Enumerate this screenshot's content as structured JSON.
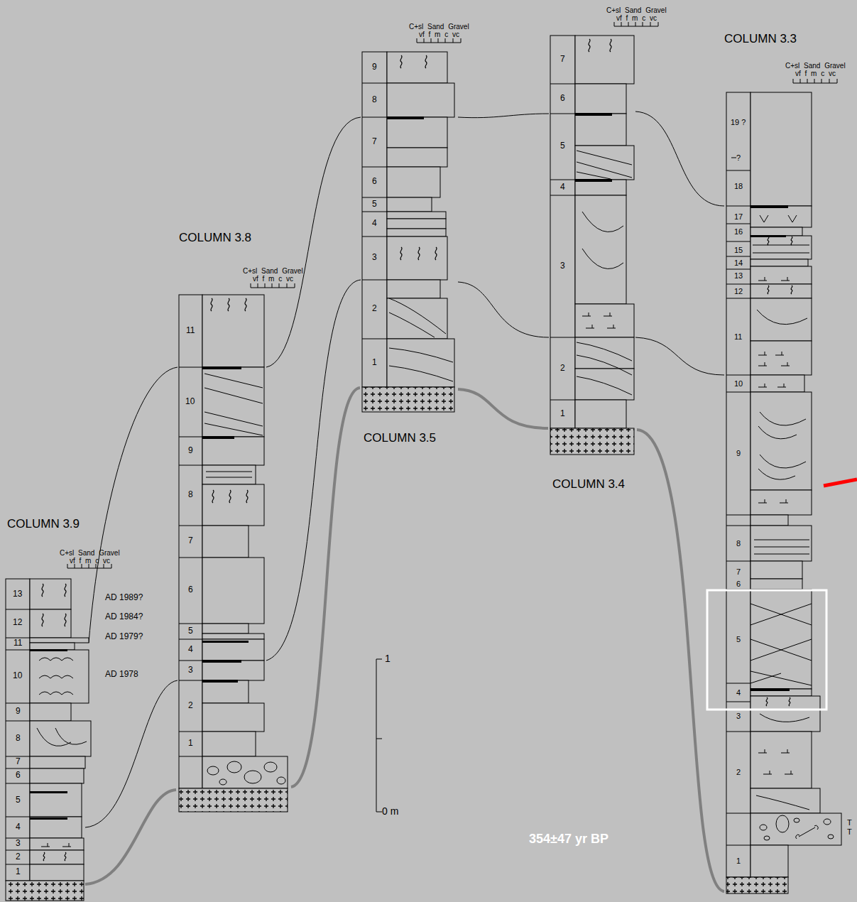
{
  "diagram": {
    "labels": [
      "COLUMN 3.9",
      "C+sl Sand Gravel",
      "vf f m c vc",
      "13",
      "12",
      "11",
      "10",
      "9",
      "8",
      "7",
      "6",
      "5",
      "4",
      "3",
      "2",
      "1",
      "AD 1989?",
      "AD 1984?",
      "AD 1979?",
      "AD 1978",
      "COLUMN 3.8",
      "C+sl Sand Gravel",
      "vf f m c vc",
      "11",
      "10",
      "9",
      "8",
      "7",
      "6",
      "5",
      "4",
      "3",
      "2",
      "1",
      "COLUMN 3.5",
      "C+sl Sand Gravel",
      "vf f m c vc",
      "9",
      "8",
      "7",
      "6",
      "5",
      "4",
      "3",
      "2",
      "1",
      "COLUMN 3.4",
      "C+sl Sand Gravel",
      "vf f m c vc",
      "7",
      "6",
      "5",
      "4",
      "3",
      "2",
      "1",
      "COLUMN 3.3",
      "C+sl Sand Gravel",
      "vf f m c vc",
      "19 ?",
      "?",
      "18",
      "17",
      "16",
      "15",
      "14",
      "13",
      "12",
      "11",
      "10",
      "9",
      "8",
      "7",
      "6",
      "5",
      "4",
      "3",
      "2",
      "1",
      "354±47 yr BP",
      "1",
      "0 m",
      "T",
      "T"
    ]
  }
}
